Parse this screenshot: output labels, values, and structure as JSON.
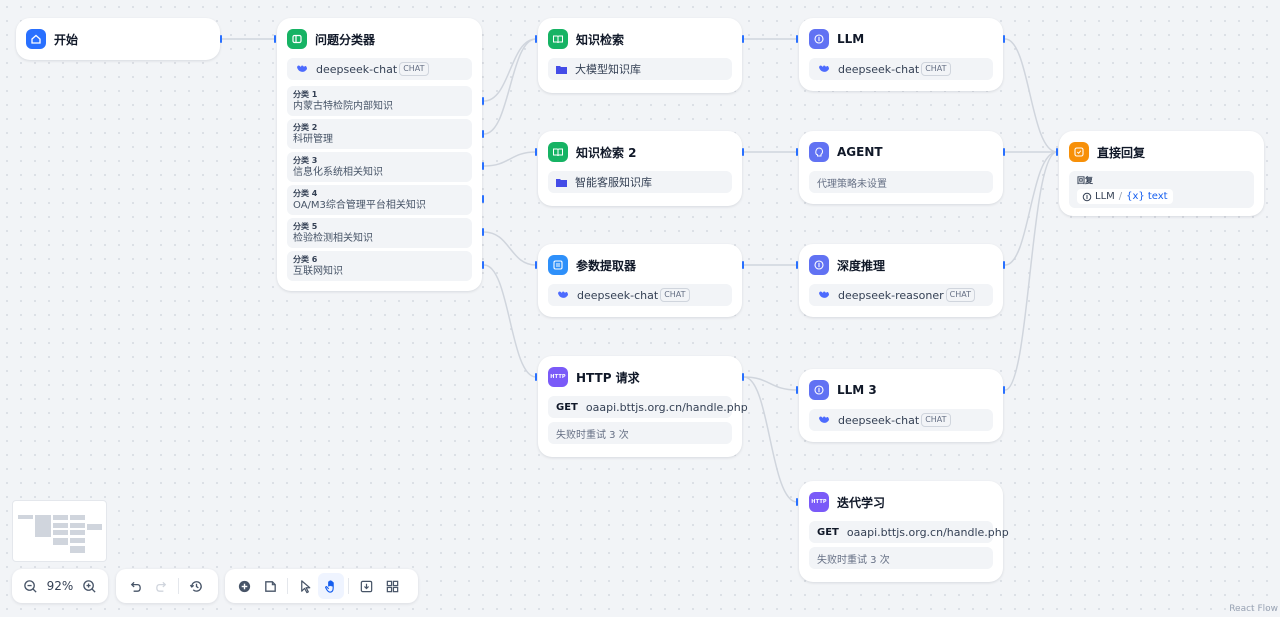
{
  "colors": {
    "start": "#2970ff",
    "classifier": "#16b364",
    "knowledge": "#16b364",
    "llm": "#6172f3",
    "agent": "#6172f3",
    "param": "#2e90fa",
    "http": "#7a5af8",
    "answer": "#f79009",
    "handle": "#2970ff"
  },
  "nodes": {
    "start": {
      "title": "开始",
      "icon": "home-icon"
    },
    "classifier": {
      "title": "问题分类器",
      "icon": "classifier-icon",
      "model": "deepseek-chat",
      "model_tag": "CHAT",
      "classes": [
        {
          "key": "分类 1",
          "value": "内蒙古特检院内部知识"
        },
        {
          "key": "分类 2",
          "value": "科研管理"
        },
        {
          "key": "分类 3",
          "value": "信息化系统相关知识"
        },
        {
          "key": "分类 4",
          "value": "OA/M3综合管理平台相关知识"
        },
        {
          "key": "分类 5",
          "value": "检验检测相关知识"
        },
        {
          "key": "分类 6",
          "value": "互联网知识"
        }
      ]
    },
    "kb1": {
      "title": "知识检索",
      "dataset": "大模型知识库"
    },
    "kb2": {
      "title": "知识检索 2",
      "dataset": "智能客服知识库"
    },
    "param": {
      "title": "参数提取器",
      "model": "deepseek-chat",
      "model_tag": "CHAT"
    },
    "http": {
      "title": "HTTP 请求",
      "icon_text": "HTTP",
      "method": "GET",
      "url": "oaapi.bttjs.org.cn/handle.php",
      "retry": "失败时重试 3 次"
    },
    "llm": {
      "title": "LLM",
      "model": "deepseek-chat",
      "model_tag": "CHAT"
    },
    "agent": {
      "title": "AGENT",
      "strategy": "代理策略未设置"
    },
    "reason": {
      "title": "深度推理",
      "model": "deepseek-reasoner",
      "model_tag": "CHAT"
    },
    "llm3": {
      "title": "LLM 3",
      "model": "deepseek-chat",
      "model_tag": "CHAT"
    },
    "iter": {
      "title": "迭代学习",
      "icon_text": "HTTP",
      "method": "GET",
      "url": "oaapi.bttjs.org.cn/handle.php",
      "retry": "失败时重试 3 次"
    },
    "answer": {
      "title": "直接回复",
      "label": "回复",
      "source_node": "LLM",
      "separator": "/",
      "var_prefix": "{x}",
      "var_name": "text"
    }
  },
  "toolbar": {
    "zoom": "92%"
  },
  "attribution": "React Flow"
}
